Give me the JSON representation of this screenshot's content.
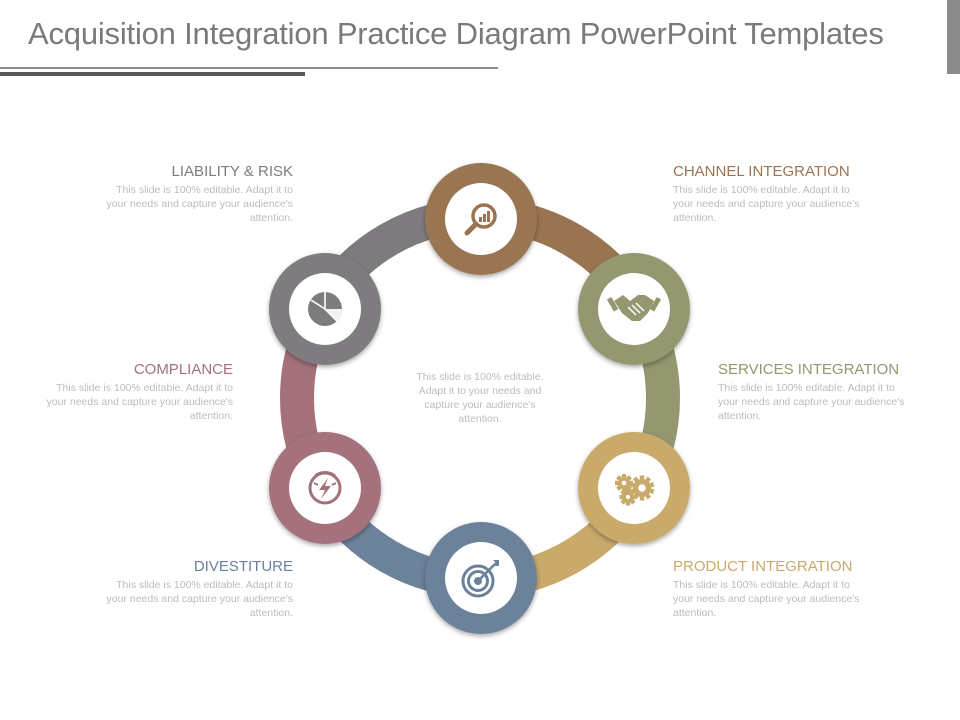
{
  "title": "Acquisition Integration Practice Diagram PowerPoint Templates",
  "center_text": "This slide is 100% editable. Adapt it to your needs and capture your audience's attention.",
  "colors": {
    "brown": "#9a7451",
    "olive": "#94976f",
    "gold": "#c9aa6b",
    "slate": "#6c819a",
    "rose": "#a4717b",
    "gray": "#7e7b7f"
  },
  "items": [
    {
      "heading": "CHANNEL INTEGRATION",
      "text": "This slide is 100% editable. Adapt it to your needs and capture your audience's attention.",
      "color": "#9a7451",
      "icon": "magnifier-chart-icon"
    },
    {
      "heading": "SERVICES INTEGRATION",
      "text": "This slide is 100% editable. Adapt it to your needs and capture your audience's attention.",
      "color": "#94976f",
      "icon": "handshake-icon"
    },
    {
      "heading": "PRODUCT INTEGRATION",
      "text": "This slide is 100% editable. Adapt it to your needs and capture your audience's attention.",
      "color": "#c9aa6b",
      "icon": "gears-icon"
    },
    {
      "heading": "DIVESTITURE",
      "text": "This slide is 100% editable. Adapt it to your needs and capture your audience's attention.",
      "color": "#6c819a",
      "icon": "target-icon"
    },
    {
      "heading": "COMPLIANCE",
      "text": "This slide is 100% editable. Adapt it to your needs and capture your audience's attention.",
      "color": "#a4717b",
      "icon": "lightning-gauge-icon"
    },
    {
      "heading": "LIABILITY  & RISK",
      "text": "This slide is 100% editable. Adapt it to your needs and capture your audience's attention.",
      "color": "#7e7b7f",
      "icon": "pie-chart-icon"
    }
  ]
}
